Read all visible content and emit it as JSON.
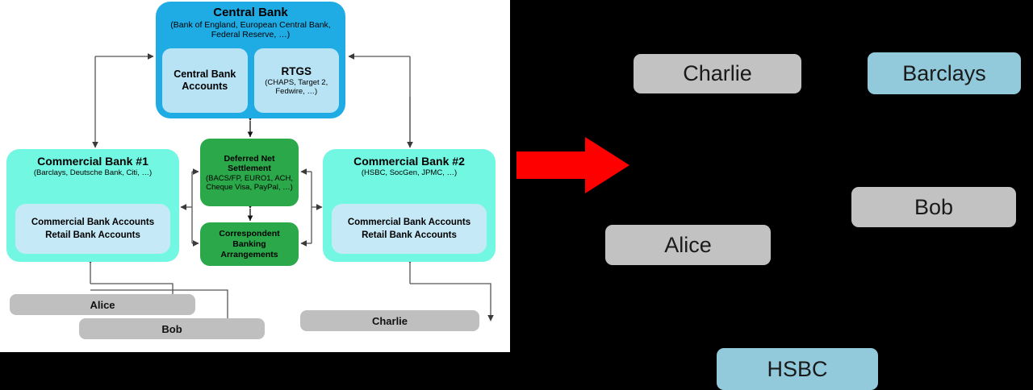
{
  "left_diagram": {
    "central_bank": {
      "title": "Central Bank",
      "subtitle": "(Bank of England, European Central Bank, Federal Reserve, …)",
      "inner": [
        {
          "name": "central-bank-accounts",
          "title": "Central Bank Accounts",
          "subtitle": ""
        },
        {
          "name": "rtgs",
          "title": "RTGS",
          "subtitle": "(CHAPS, Target 2, Fedwire, …)"
        }
      ]
    },
    "commercial_bank_1": {
      "title": "Commercial Bank #1",
      "subtitle": "(Barclays, Deutsche Bank, Citi, …)",
      "accounts_line1": "Commercial Bank Accounts",
      "accounts_line2": "Retail Bank Accounts"
    },
    "commercial_bank_2": {
      "title": "Commercial Bank #2",
      "subtitle": "(HSBC, SocGen, JPMC, …)",
      "accounts_line1": "Commercial Bank Accounts",
      "accounts_line2": "Retail Bank Accounts"
    },
    "deferred_net_settlement": {
      "title": "Deferred Net Settlement",
      "subtitle": "(BACS/FP, EURO1, ACH, Cheque Visa, PayPal, …)"
    },
    "correspondent_banking": {
      "title": "Correspondent Banking Arrangements"
    },
    "people": [
      {
        "name": "alice",
        "label": "Alice"
      },
      {
        "name": "bob",
        "label": "Bob"
      },
      {
        "name": "charlie",
        "label": "Charlie"
      }
    ]
  },
  "right_panel": {
    "chips": [
      {
        "name": "charlie",
        "label": "Charlie",
        "kind": "gray"
      },
      {
        "name": "barclays",
        "label": "Barclays",
        "kind": "blue"
      },
      {
        "name": "bob",
        "label": "Bob",
        "kind": "gray"
      },
      {
        "name": "alice",
        "label": "Alice",
        "kind": "gray"
      },
      {
        "name": "hsbc",
        "label": "HSBC",
        "kind": "blue"
      }
    ],
    "arrow": {
      "name": "red-right-arrow",
      "color": "#FF0000"
    }
  },
  "colors": {
    "central_bank_blue": "#1FACE5",
    "inner_light_blue": "#B7E3F5",
    "commercial_cyan": "#72F7E2",
    "accounts_pale_blue": "#C6E9F7",
    "green": "#2BA84A",
    "person_gray": "#BFBFBF",
    "chip_gray": "#C2C2C2",
    "chip_blue": "#92CADB",
    "arrow_red": "#FF0000",
    "panel_background": "#FFFFFF",
    "stage_background": "#000000"
  }
}
